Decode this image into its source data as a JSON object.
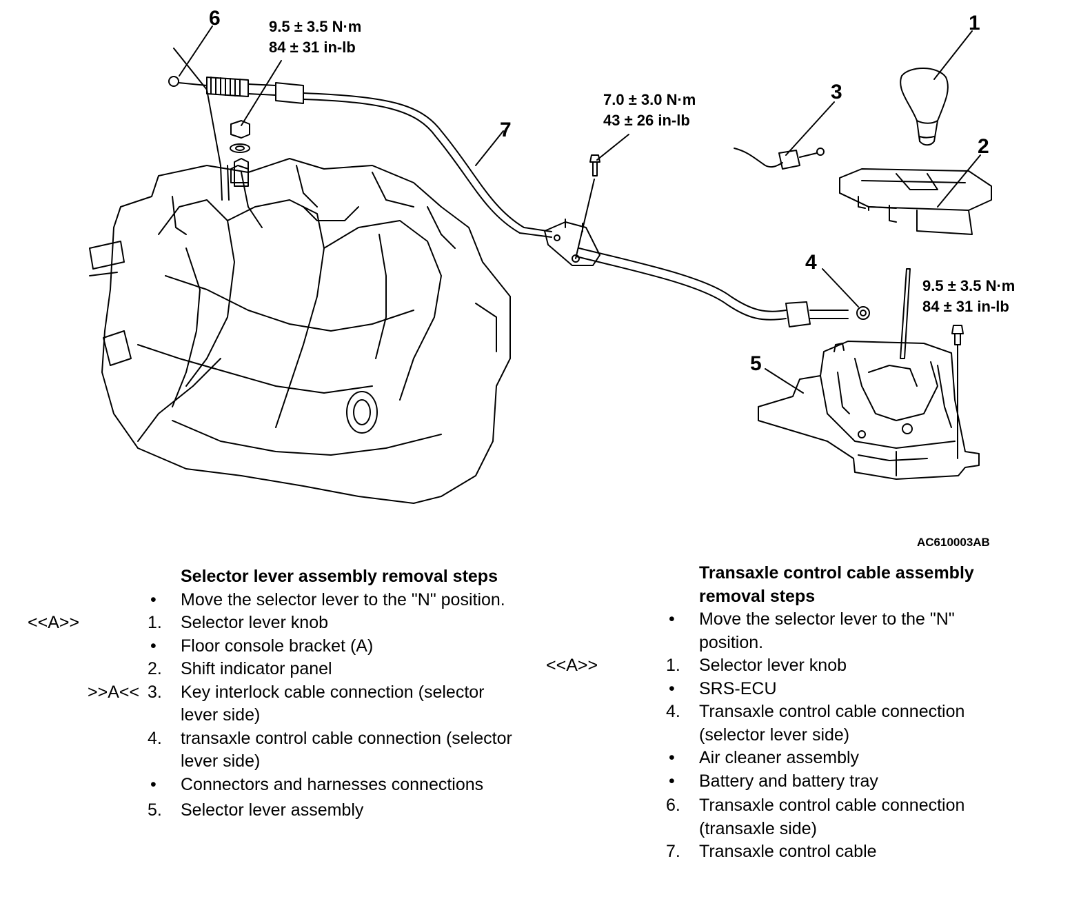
{
  "diagram": {
    "callouts": [
      "1",
      "2",
      "3",
      "4",
      "5",
      "6",
      "7"
    ],
    "torque_6_line1": "9.5 ± 3.5 N·m",
    "torque_6_line2": "84 ± 31 in-lb",
    "torque_7_line1": "7.0 ± 3.0 N·m",
    "torque_7_line2": "43 ± 26 in-lb",
    "torque_5_line1": "9.5 ± 3.5 N·m",
    "torque_5_line2": "84 ± 31 in-lb",
    "figure_id": "AC610003AB"
  },
  "left_steps": {
    "title": "Selector lever assembly removal steps",
    "items": [
      {
        "code": "",
        "marker": "•",
        "text": "Move the selector lever to the \"N\" position."
      },
      {
        "code": "<<A>>",
        "marker": "1.",
        "text": "Selector lever knob"
      },
      {
        "code": "",
        "marker": "•",
        "text": "Floor console bracket (A)"
      },
      {
        "code": "",
        "marker": "2.",
        "text": "Shift indicator panel"
      },
      {
        "code": ">>A<<",
        "marker": "3.",
        "text": "Key interlock cable connection (selector lever side)"
      },
      {
        "code": "",
        "marker": "4.",
        "text": "transaxle control cable connection (selector lever side)"
      },
      {
        "code": "",
        "marker": "•",
        "text": "Connectors and harnesses connections"
      },
      {
        "code": "",
        "marker": "5.",
        "text": "Selector lever assembly"
      }
    ]
  },
  "right_steps": {
    "title": "Transaxle control cable assembly removal steps",
    "items": [
      {
        "code": "",
        "marker": "•",
        "text": "Move the selector lever to the \"N\" position."
      },
      {
        "code": "<<A>>",
        "marker": "1.",
        "text": "Selector lever knob"
      },
      {
        "code": "",
        "marker": "•",
        "text": "SRS-ECU"
      },
      {
        "code": "",
        "marker": "4.",
        "text": "Transaxle control cable connection (selector lever side)"
      },
      {
        "code": "",
        "marker": "•",
        "text": "Air cleaner assembly"
      },
      {
        "code": "",
        "marker": "•",
        "text": "Battery and battery tray"
      },
      {
        "code": "",
        "marker": "6.",
        "text": "Transaxle control cable connection (transaxle side)"
      },
      {
        "code": "",
        "marker": "7.",
        "text": "Transaxle control cable"
      }
    ]
  }
}
